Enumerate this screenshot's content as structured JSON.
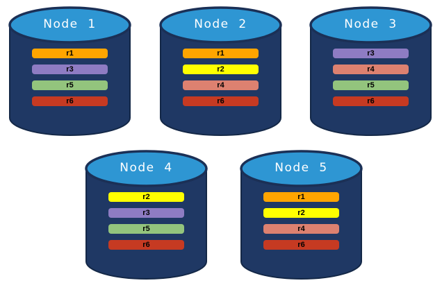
{
  "colors": {
    "cylinder_body": "#1F3864",
    "cylinder_outline": "#142847",
    "cylinder_top_fill": "#2E96D3",
    "cylinder_top_outline": "#1B3056",
    "title_text": "#FFFFFF",
    "bar_text": "#000000",
    "replicas": {
      "r1": "#FFA500",
      "r2": "#FFFF00",
      "r3": "#8E7CC3",
      "r4": "#DD8170",
      "r5": "#93C47D",
      "r6": "#C63A22"
    }
  },
  "nodes": [
    {
      "label": "Node  1",
      "replicas": [
        "r1",
        "r3",
        "r5",
        "r6"
      ]
    },
    {
      "label": "Node  2",
      "replicas": [
        "r1",
        "r2",
        "r4",
        "r6"
      ]
    },
    {
      "label": "Node  3",
      "replicas": [
        "r3",
        "r4",
        "r5",
        "r6"
      ]
    },
    {
      "label": "Node  4",
      "replicas": [
        "r2",
        "r3",
        "r5",
        "r6"
      ]
    },
    {
      "label": "Node  5",
      "replicas": [
        "r1",
        "r2",
        "r4",
        "r6"
      ]
    }
  ]
}
